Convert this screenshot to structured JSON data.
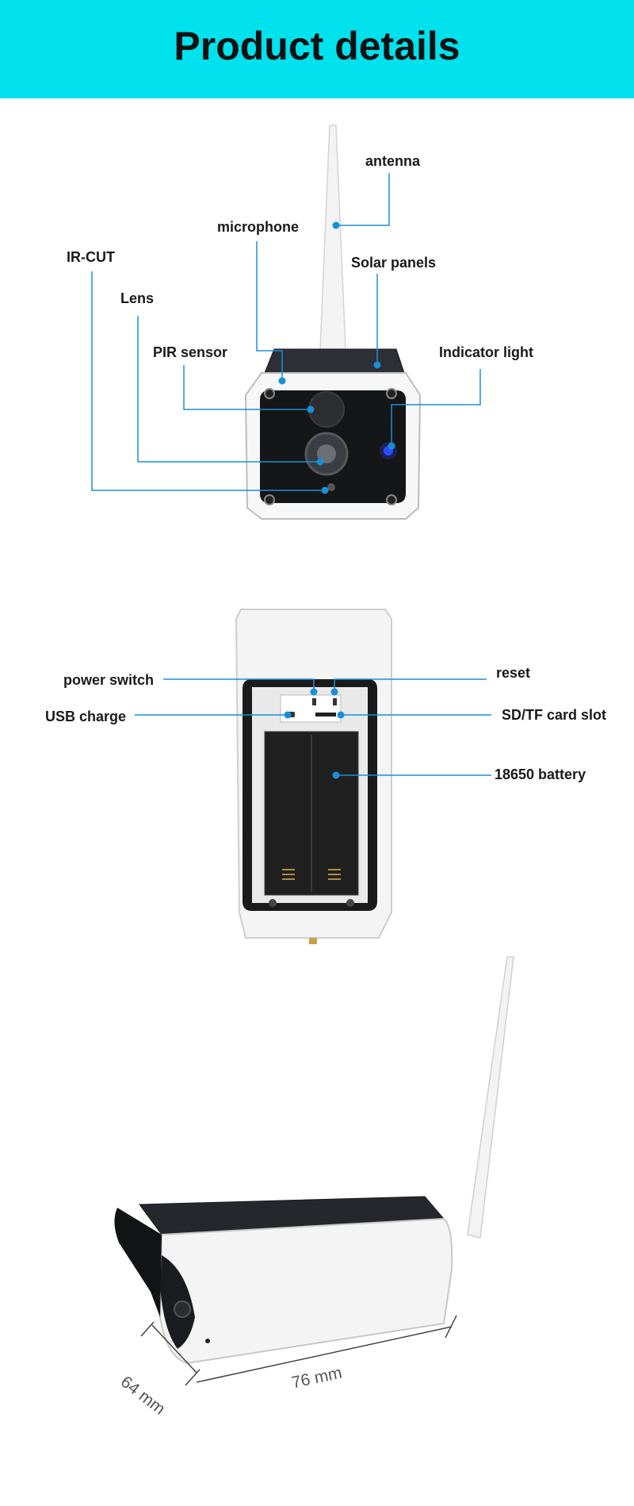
{
  "header": {
    "title": "Product details",
    "bg_color": "#00e1ee"
  },
  "front_view": {
    "labels": {
      "antenna": "antenna",
      "microphone": "microphone",
      "ir_cut": "IR-CUT",
      "solar_panels": "Solar panels",
      "lens": "Lens",
      "pir_sensor": "PIR sensor",
      "indicator_light": "Indicator light"
    }
  },
  "back_view": {
    "labels": {
      "power_switch": "power switch",
      "reset": "reset",
      "usb_charge": "USB charge",
      "sd_card_slot": "SD/TF card slot",
      "battery": "18650 battery"
    }
  },
  "side_view": {
    "dimensions": {
      "width": "64 mm",
      "length": "76 mm"
    }
  },
  "colors": {
    "callout": "#1a8fd8",
    "indicator": "#2a4dff"
  }
}
